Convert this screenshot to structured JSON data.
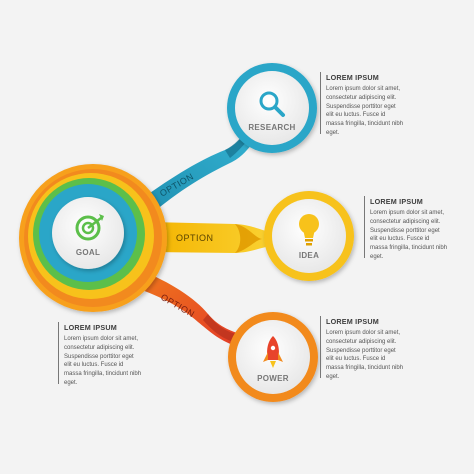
{
  "colors": {
    "background": "#f3f3f3",
    "blue": "#2aa6c8",
    "blue_dark": "#15718d",
    "yellow": "#f7c21b",
    "yellow_dark": "#e0a000",
    "orange": "#f28a1e",
    "red": "#e8442b",
    "green": "#5cbf4a",
    "icon_grey": "#7a7a7a"
  },
  "goal": {
    "label": "GOAL",
    "icon": "target-arrow-icon"
  },
  "nodes": [
    {
      "id": "research",
      "label": "RESEARCH",
      "icon": "magnifier-icon",
      "color": "#2aa6c8"
    },
    {
      "id": "idea",
      "label": "IDEA",
      "icon": "lightbulb-icon",
      "color": "#f7c21b"
    },
    {
      "id": "power",
      "label": "POWER",
      "icon": "rocket-icon",
      "color": "#f28a1e"
    }
  ],
  "ribbons": [
    {
      "label": "OPTION",
      "color": "#2aa6c8"
    },
    {
      "label": "OPTION",
      "color": "#f7c21b"
    },
    {
      "label": "OPTION",
      "color": "#e8442b"
    }
  ],
  "text_blocks": [
    {
      "id": "research",
      "title": "LOREM IPSUM",
      "body": "Lorem ipsum dolor sit amet,\nconsectetur adipiscing elit.\nSuspendisse porttitor eget\nelit eu luctus. Fusce id\nmassa fringilla, tincidunt nibh\neget."
    },
    {
      "id": "idea",
      "title": "LOREM IPSUM",
      "body": "Lorem ipsum dolor sit amet,\nconsectetur adipiscing elit.\nSuspendisse porttitor eget\nelit eu luctus. Fusce id\nmassa fringilla, tincidunt nibh\neget."
    },
    {
      "id": "goal",
      "title": "LOREM IPSUM",
      "body": "Lorem ipsum dolor sit amet,\nconsectetur adipiscing elit.\nSuspendisse porttitor eget\nelit eu luctus. Fusce id\nmassa fringilla, tincidunt nibh\neget."
    },
    {
      "id": "power",
      "title": "LOREM IPSUM",
      "body": "Lorem ipsum dolor sit amet,\nconsectetur adipiscing elit.\nSuspendisse porttitor eget\nelit eu luctus. Fusce id\nmassa fringilla, tincidunt nibh\neget."
    }
  ]
}
